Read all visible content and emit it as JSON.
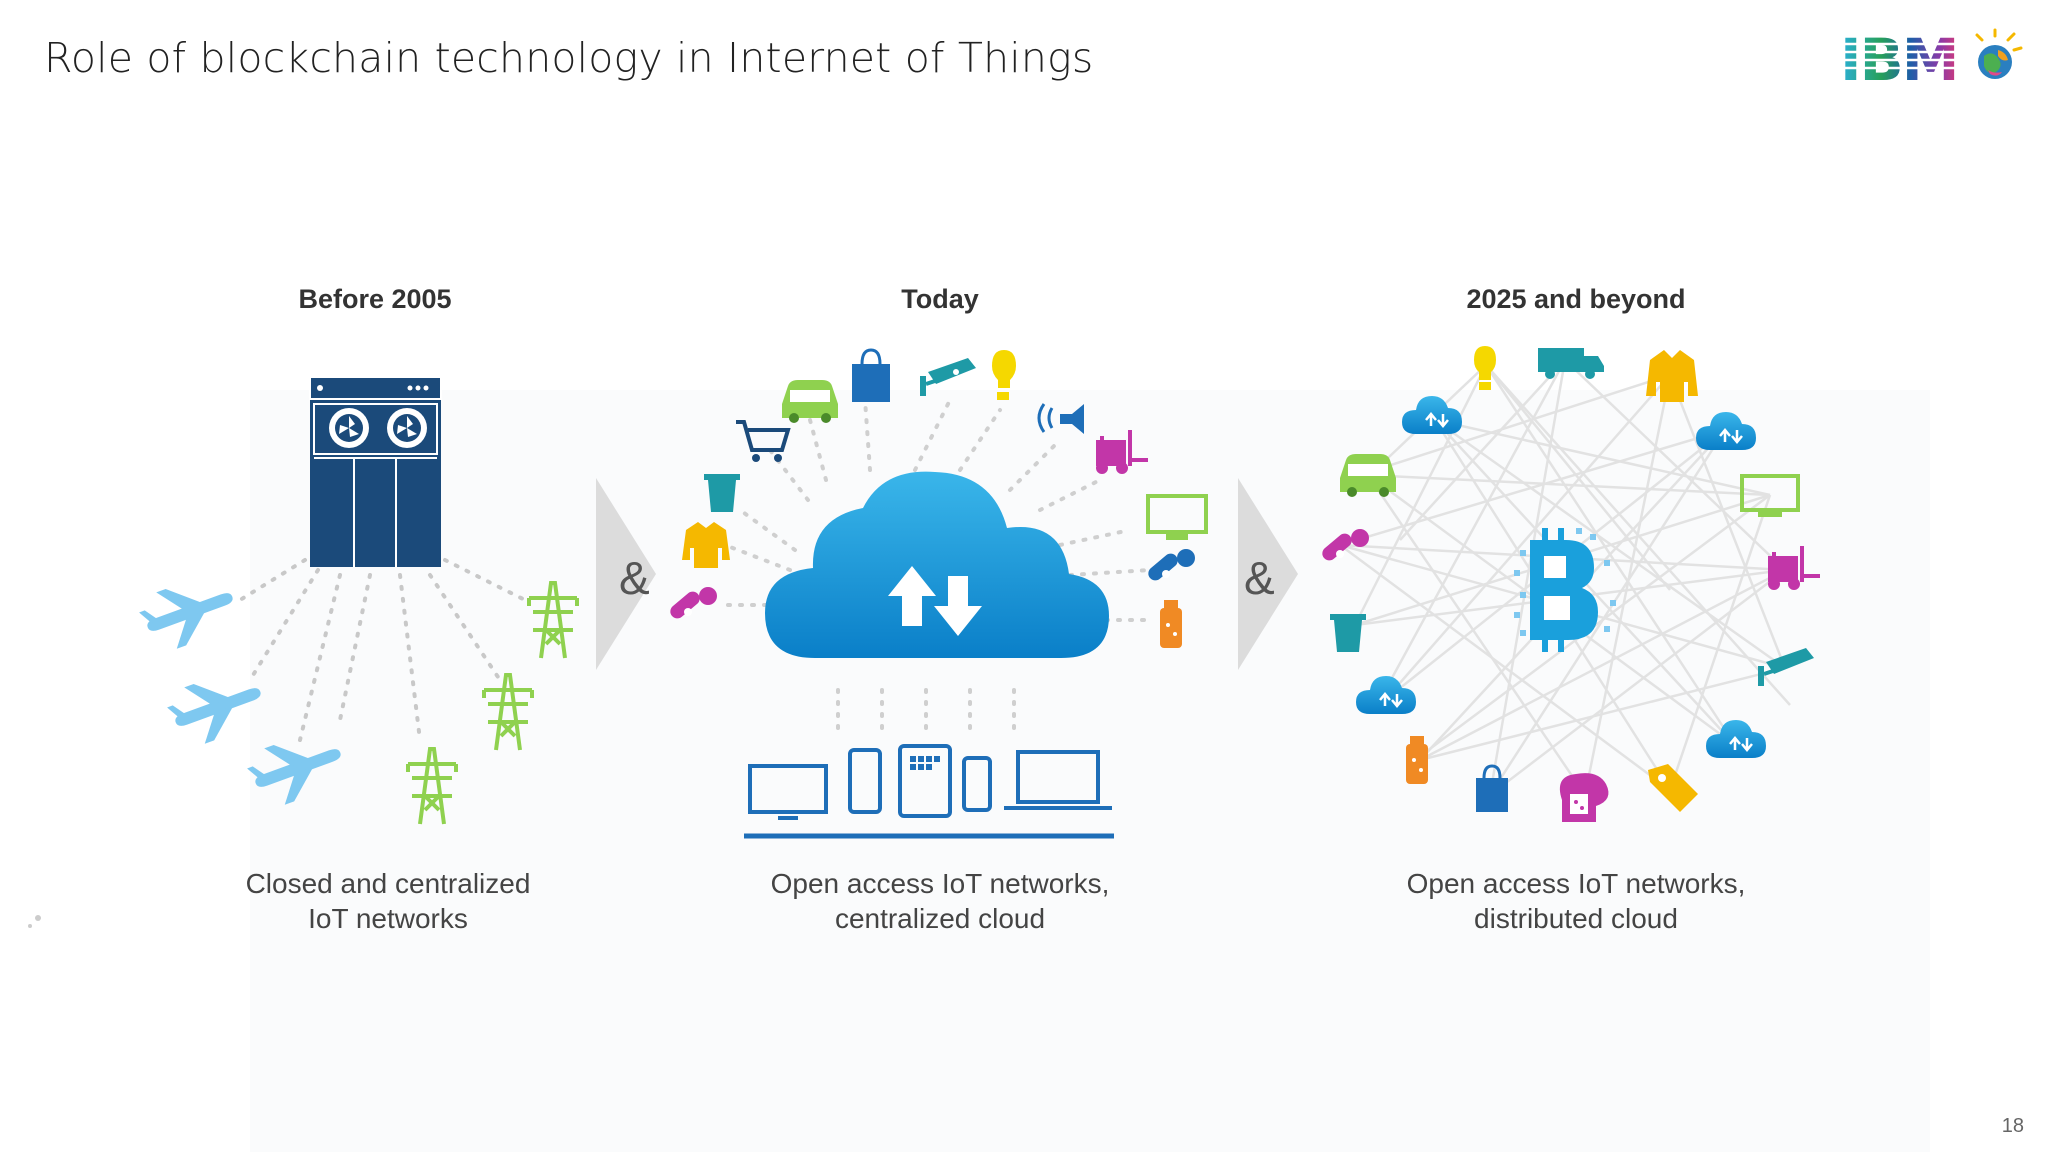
{
  "slide": {
    "title": "Role of blockchain technology in Internet of Things",
    "page_number": "18",
    "logo_text": "IBM"
  },
  "diagram": {
    "separator_symbol": "&",
    "stages": [
      {
        "title": "Before 2005",
        "caption_line1": "Closed and centralized",
        "caption_line2": "IoT networks"
      },
      {
        "title": "Today",
        "caption_line1": "Open access IoT networks,",
        "caption_line2": "centralized cloud"
      },
      {
        "title": "2025 and beyond",
        "caption_line1": "Open access IoT networks,",
        "caption_line2": "distributed cloud"
      }
    ],
    "colors": {
      "navy": "#1b4a7a",
      "sky": "#7ec8f0",
      "green": "#8fd14f",
      "blue": "#1aa0dc",
      "magenta": "#c236a8",
      "orange": "#f08a24",
      "gold": "#f5b800",
      "teal": "#1e9aa6"
    },
    "icons_stage1": [
      "server-rack-icon",
      "airplane-icon",
      "airplane-icon",
      "airplane-icon",
      "power-pylon-icon",
      "power-pylon-icon",
      "power-pylon-icon"
    ],
    "icons_stage2": [
      "shopping-cart-icon",
      "car-icon",
      "shopping-bag-icon",
      "security-camera-icon",
      "light-bulb-icon",
      "speaker-icon",
      "forklift-icon",
      "monitor-icon",
      "pills-icon",
      "bottle-icon",
      "jacket-icon",
      "trash-bin-icon",
      "cloud-icon",
      "desktop-icon",
      "phone-icon",
      "tablet-icon",
      "laptop-icon"
    ],
    "icons_stage3": [
      "light-bulb-icon",
      "truck-icon",
      "jacket-icon",
      "cloud-icon",
      "car-icon",
      "monitor-icon",
      "pills-icon",
      "forklift-icon",
      "trash-bin-icon",
      "security-camera-icon",
      "bottle-icon",
      "shopping-bag-icon",
      "bread-icon",
      "price-tag-icon",
      "bitcoin-icon"
    ]
  }
}
